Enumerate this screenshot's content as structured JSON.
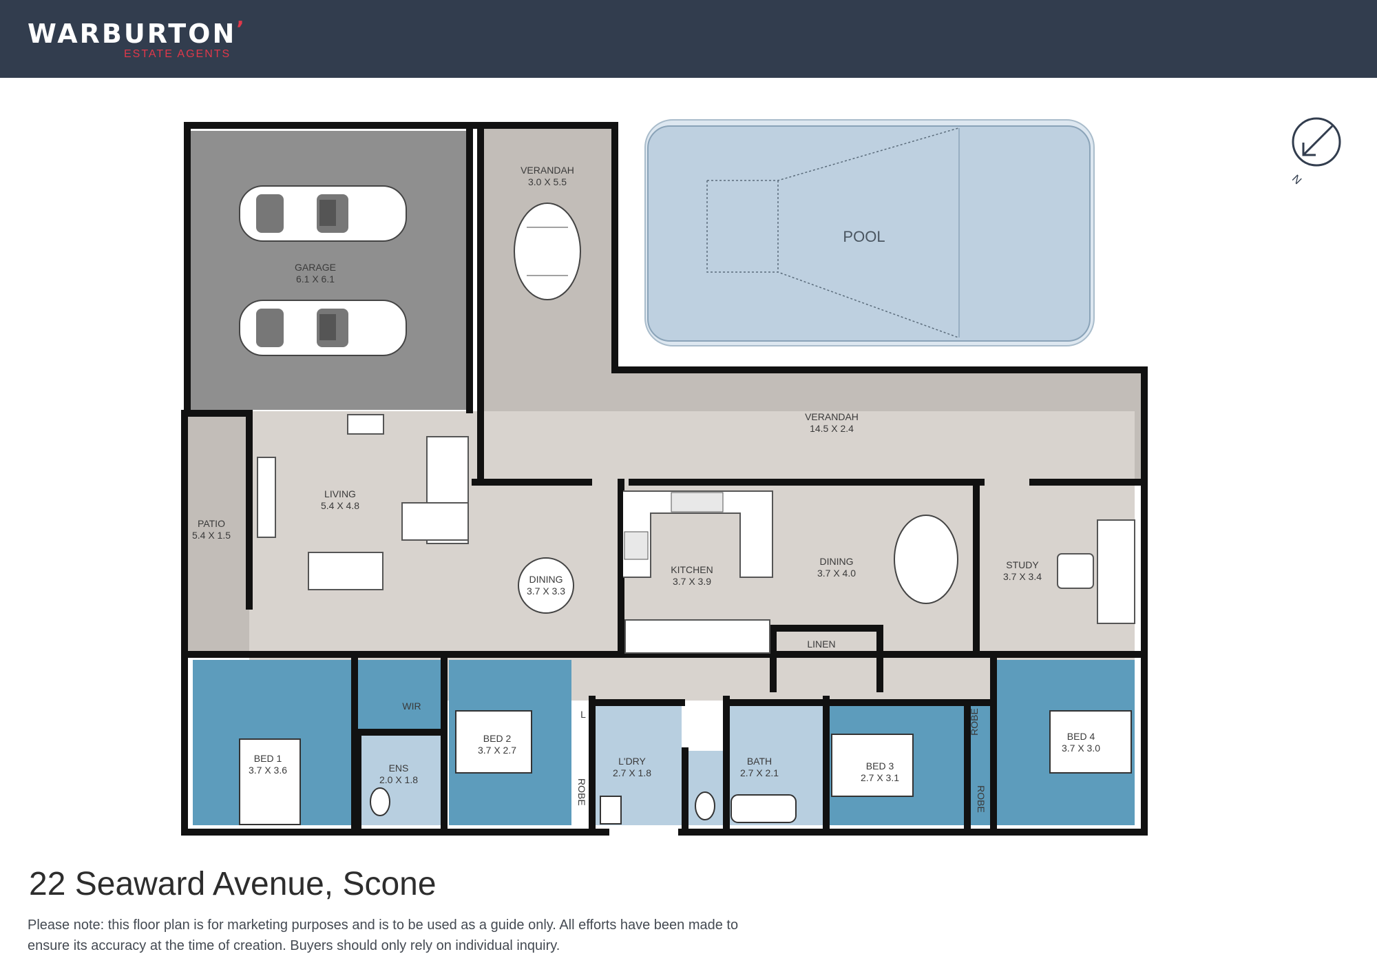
{
  "header": {
    "brand": "WARBURTON",
    "brand_sub": "ESTATE AGENTS",
    "brand_color": "#323d4e",
    "accent_color": "#e0384a"
  },
  "compass": {
    "label": "N"
  },
  "rooms": {
    "garage": {
      "name": "GARAGE",
      "dims": "6.1 X 6.1"
    },
    "verandah1": {
      "name": "VERANDAH",
      "dims": "3.0 X 5.5"
    },
    "pool": {
      "name": "POOL"
    },
    "verandah2": {
      "name": "VERANDAH",
      "dims": "14.5 X 2.4"
    },
    "patio": {
      "name": "PATIO",
      "dims": "5.4 X 1.5"
    },
    "living": {
      "name": "LIVING",
      "dims": "5.4 X 4.8"
    },
    "dining1": {
      "name": "DINING",
      "dims": "3.7 X 3.3"
    },
    "kitchen": {
      "name": "KITCHEN",
      "dims": "3.7 X 3.9"
    },
    "dining2": {
      "name": "DINING",
      "dims": "3.7 X 4.0"
    },
    "study": {
      "name": "STUDY",
      "dims": "3.7 X 3.4"
    },
    "linen": {
      "name": "LINEN"
    },
    "wir": {
      "name": "WIR"
    },
    "bed1": {
      "name": "BED 1",
      "dims": "3.7 X 3.6"
    },
    "ens": {
      "name": "ENS",
      "dims": "2.0 X 1.8"
    },
    "bed2": {
      "name": "BED 2",
      "dims": "3.7 X 2.7"
    },
    "l": {
      "name": "L"
    },
    "robe1": {
      "name": "ROBE"
    },
    "ldry": {
      "name": "L'DRY",
      "dims": "2.7 X 1.8"
    },
    "bath": {
      "name": "BATH",
      "dims": "2.7 X 2.1"
    },
    "bed3": {
      "name": "BED 3",
      "dims": "2.7 X 3.1"
    },
    "robe2": {
      "name": "ROBE"
    },
    "robe3": {
      "name": "ROBE"
    },
    "bed4": {
      "name": "BED 4",
      "dims": "3.7 X 3.0"
    }
  },
  "colors": {
    "wall": "#111111",
    "floor": "#d8d3ce",
    "garage": "#8f8f8f",
    "outdoor": "#c2bdb8",
    "bedroom": "#5d9cbc",
    "wet": "#b8cfe0",
    "pool": "#bed0e0"
  },
  "address": "22 Seaward Avenue, Scone",
  "note": "Please note: this floor plan is for marketing purposes and is to be used as a guide only. All efforts have been made to ensure its accuracy at the time of creation. Buyers should only rely on individual inquiry."
}
